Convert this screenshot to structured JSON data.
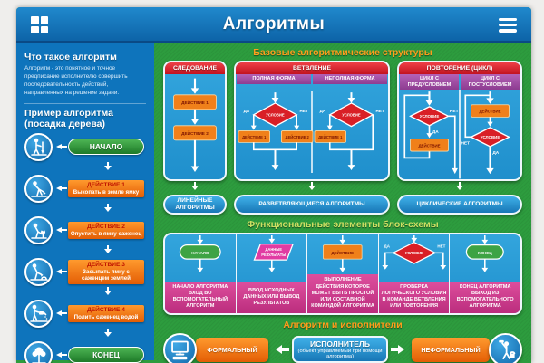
{
  "header": {
    "title": "Алгоритмы",
    "menu_icon": "grid-menu-icon",
    "more_icon": "hamburger-menu-icon"
  },
  "colors": {
    "header_blue": "#1b7fc4",
    "sidebar_blue": "#0e74bc",
    "board_green": "#2d9c3e",
    "panel_blue": "#2aa0d9",
    "accent_red": "#d9202a",
    "accent_purple": "#a04ca6",
    "accent_orange": "#f47b20",
    "accent_pink": "#d84a9b",
    "heading_orange": "#ff9d1c",
    "heading_lime": "#cde063"
  },
  "sidebar": {
    "what_heading": "Что такое алгоритм",
    "what_text": "Алгоритм - это понятное и точное предписание исполнителю совершить последовательность действий, направленных на решение задачи.",
    "example_heading": "Пример алгоритма (посадка дерева)",
    "flow": [
      {
        "type": "terminal",
        "label": "НАЧАЛО",
        "icon": "gardener-with-shovel-icon"
      },
      {
        "type": "action",
        "label": "ДЕЙСТВИЕ 1",
        "text": "Выкопать в земле ямку",
        "icon": "digging-icon"
      },
      {
        "type": "action",
        "label": "ДЕЙСТВИЕ 2",
        "text": "Опустить в ямку саженец",
        "icon": "planting-icon"
      },
      {
        "type": "action",
        "label": "ДЕЙСТВИЕ 3",
        "text": "Засыпать ямку с саженцем землей",
        "icon": "fill-hole-icon"
      },
      {
        "type": "action",
        "label": "ДЕЙСТВИЕ 4",
        "text": "Полить саженец водой",
        "icon": "watering-icon"
      },
      {
        "type": "terminal",
        "label": "КОНЕЦ",
        "icon": "tree-icon"
      }
    ]
  },
  "structures": {
    "heading": "Базовые алгоритмические структуры",
    "labels": {
      "action1": "ДЕЙСТВИЕ 1",
      "action2": "ДЕЙСТВИЕ 2",
      "action": "ДЕЙСТВИЕ",
      "condition": "УСЛОВИЕ",
      "yes": "ДА",
      "no": "НЕТ"
    },
    "panels": [
      {
        "title": "СЛЕДОВАНИЕ",
        "result": "ЛИНЕЙНЫЕ АЛГОРИТМЫ"
      },
      {
        "title": "ВЕТВЛЕНИЕ",
        "subtitles": [
          "ПОЛНАЯ ФОРМА",
          "НЕПОЛНАЯ ФОРМА"
        ],
        "result": "РАЗВЕТВЛЯЮЩИЕСЯ АЛГОРИТМЫ"
      },
      {
        "title": "ПОВТОРЕНИЕ (ЦИКЛ)",
        "subtitles": [
          "ЦИКЛ С ПРЕДУСЛОВИЕМ",
          "ЦИКЛ С ПОСТУСЛОВИЕМ"
        ],
        "result": "ЦИКЛИЧЕСКИЕ АЛГОРИТМЫ"
      }
    ]
  },
  "elements": {
    "heading": "Функциональные элементы блок-схемы",
    "items": [
      {
        "shape": "stadium",
        "label": "НАЧАЛО",
        "desc": "НАЧАЛО АЛГОРИТМА ВХОД ВО ВСПОМОГАТЕЛЬНЫЙ АЛГОРИТМ"
      },
      {
        "shape": "parallelogram",
        "label_lines": [
          "ДАННЫЕ",
          "РЕЗУЛЬТАТЫ"
        ],
        "desc": "ВВОД ИСХОДНЫХ ДАННЫХ ИЛИ ВЫВОД РЕЗУЛЬТАТОВ"
      },
      {
        "shape": "rect",
        "label": "ДЕЙСТВИЕ",
        "desc": "ВЫПОЛНЕНИЕ ДЕЙСТВИЯ КОТОРОЕ МОЖЕТ БЫТЬ ПРОСТОЙ ИЛИ СОСТАВНОЙ КОМАНДОЙ АЛГОРИТМА"
      },
      {
        "shape": "diamond",
        "label": "УСЛОВИЕ",
        "desc": "ПРОВЕРКА ЛОГИЧЕСКОГО УСЛОВИЯ В КОМАНДЕ ВЕТВЛЕНИЯ ИЛИ ПОВТОРЕНИЯ"
      },
      {
        "shape": "stadium",
        "label": "КОНЕЦ",
        "desc": "КОНЕЦ АЛГОРИТМА ВЫХОД ИЗ ВСПОМОГАТЕЛЬНОГО АЛГОРИТМА"
      }
    ]
  },
  "performers": {
    "heading": "Алгоритм и исполнители",
    "formal": "ФОРМАЛЬНЫЙ",
    "informal": "НЕФОРМАЛЬНЫЙ",
    "executor_title": "ИСПОЛНИТЕЛЬ",
    "executor_subtitle": "(объект управляемый при помощи алгоритма)",
    "formal_icon": "computer-icon",
    "informal_icon": "painter-person-icon"
  }
}
